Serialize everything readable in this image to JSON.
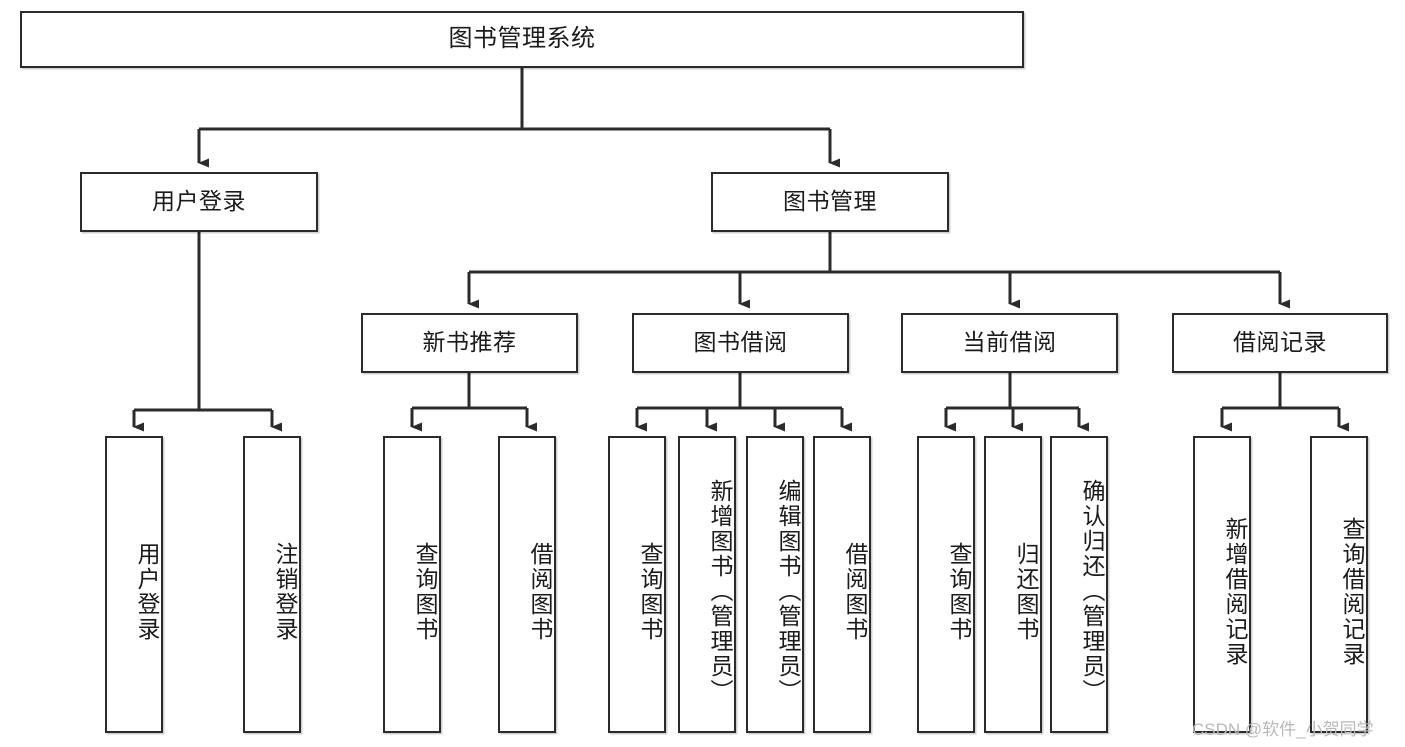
{
  "diagram": {
    "title": "图书管理系统",
    "watermark": "CSDN @软件_小贺同学",
    "colors": {
      "stroke": "#2b2b2b",
      "fill": "#ffffff",
      "text": "#1b1b1b",
      "watermark": "#b9b9b9"
    },
    "root": {
      "label": "图书管理系统"
    },
    "level1": [
      {
        "label": "用户登录"
      },
      {
        "label": "图书管理"
      }
    ],
    "level2": [
      {
        "label": "新书推荐"
      },
      {
        "label": "图书借阅"
      },
      {
        "label": "当前借阅"
      },
      {
        "label": "借阅记录"
      }
    ],
    "leaves": {
      "user_login": [
        {
          "label": "用户登录"
        },
        {
          "label": "注销登录"
        }
      ],
      "new_book": [
        {
          "label": "查询图书"
        },
        {
          "label": "借阅图书"
        }
      ],
      "book_borrow": [
        {
          "label": "查询图书"
        },
        {
          "label": "新增图书（管理员）"
        },
        {
          "label": "编辑图书（管理员）"
        },
        {
          "label": "借阅图书"
        }
      ],
      "current_borrow": [
        {
          "label": "查询图书"
        },
        {
          "label": "归还图书"
        },
        {
          "label": "确认归还（管理员）"
        }
      ],
      "borrow_record": [
        {
          "label": "新增借阅记录"
        },
        {
          "label": "查询借阅记录"
        }
      ]
    }
  }
}
